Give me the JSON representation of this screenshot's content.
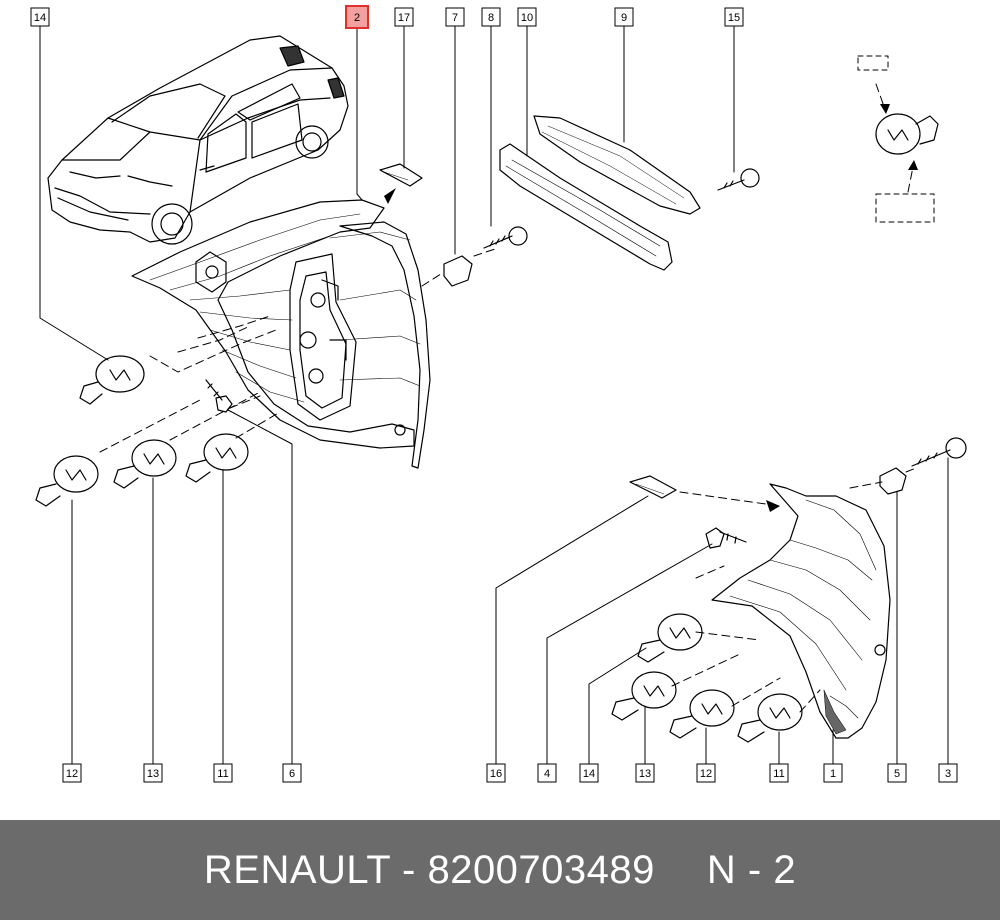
{
  "callouts": [
    {
      "id": "c14a",
      "text": "14"
    },
    {
      "id": "c2",
      "text": "2",
      "highlight": true
    },
    {
      "id": "c17",
      "text": "17"
    },
    {
      "id": "c7",
      "text": "7"
    },
    {
      "id": "c8",
      "text": "8"
    },
    {
      "id": "c10",
      "text": "10"
    },
    {
      "id": "c9",
      "text": "9"
    },
    {
      "id": "c15",
      "text": "15"
    },
    {
      "id": "c12a",
      "text": "12"
    },
    {
      "id": "c13a",
      "text": "13"
    },
    {
      "id": "c11a",
      "text": "11"
    },
    {
      "id": "c6",
      "text": "6"
    },
    {
      "id": "c16",
      "text": "16"
    },
    {
      "id": "c4",
      "text": "4"
    },
    {
      "id": "c14b",
      "text": "14"
    },
    {
      "id": "c13b",
      "text": "13"
    },
    {
      "id": "c12b",
      "text": "12"
    },
    {
      "id": "c11b",
      "text": "11"
    },
    {
      "id": "c1",
      "text": "1"
    },
    {
      "id": "c5",
      "text": "5"
    },
    {
      "id": "c3",
      "text": "3"
    }
  ],
  "footer": {
    "brand_part": "RENAULT - 8200703489",
    "page": "N - 2"
  },
  "colors": {
    "highlight_border": "#e0302c",
    "highlight_fill": "#f2a0a0",
    "footer_bg": "#6b6b6b"
  }
}
